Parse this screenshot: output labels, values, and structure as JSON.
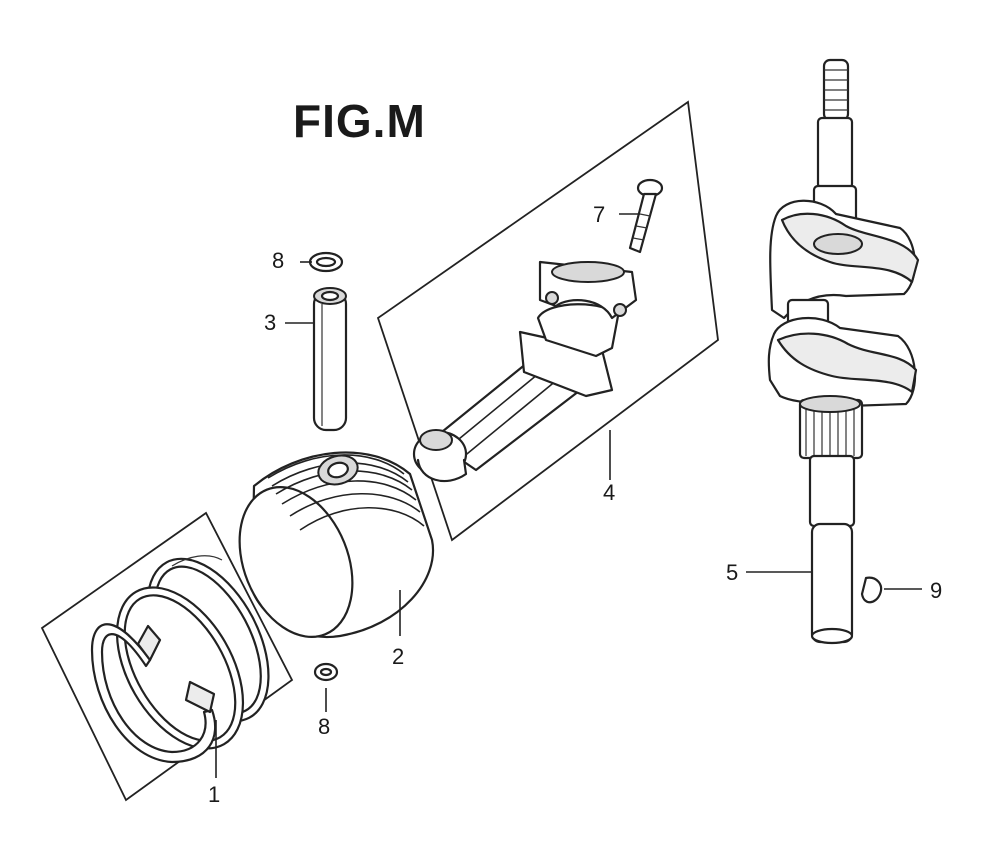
{
  "figure": {
    "title": "FIG.M"
  },
  "callouts": [
    {
      "id": "piston-rings",
      "label": "1"
    },
    {
      "id": "piston",
      "label": "2"
    },
    {
      "id": "piston-pin",
      "label": "3"
    },
    {
      "id": "connecting-rod",
      "label": "4"
    },
    {
      "id": "crankshaft",
      "label": "5"
    },
    {
      "id": "rod-bolt",
      "label": "7"
    },
    {
      "id": "pin-clip-top",
      "label": "8"
    },
    {
      "id": "pin-clip-bottom",
      "label": "8"
    },
    {
      "id": "woodruff-key",
      "label": "9"
    }
  ]
}
